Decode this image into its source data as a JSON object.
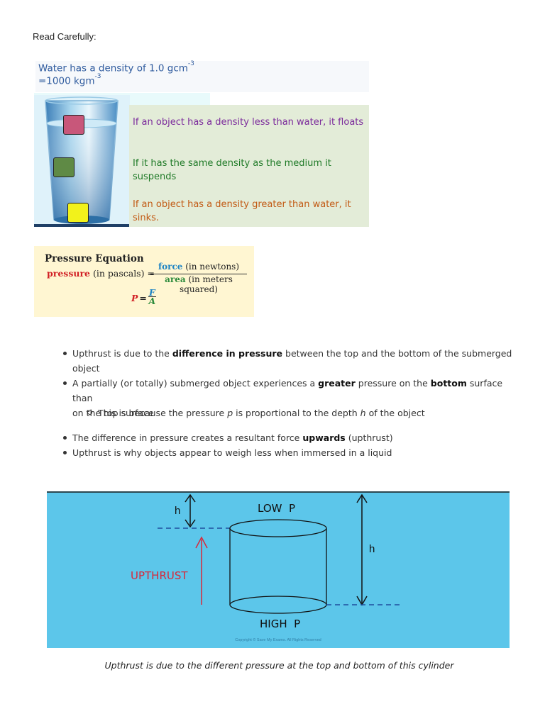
{
  "heading": "Read Carefully:",
  "density": {
    "line1_prefix": "Water has a density of 1.0 gcm",
    "line1_sup": "-3",
    "line2_prefix": "=1000 kgm",
    "line2_sup": "-3",
    "rule_floats": "If an object has a density less than water, it floats",
    "rule_suspends": "If it has the same density as the medium it suspends",
    "rule_sinks": "If an object has a density greater than water, it sinks.",
    "cube_colors": [
      "#c8577a",
      "#5f8a45",
      "#f2f21b"
    ]
  },
  "pressure_equation": {
    "title": "Pressure Equation",
    "pressure_word": "pressure",
    "pressure_unit": "(in pascals) =",
    "force_word": "force",
    "force_unit": "(in newtons)",
    "area_word": "area",
    "area_unit": "(in meters squared)",
    "symbol_p": "P",
    "symbol_eq": "=",
    "symbol_f": "F",
    "symbol_a": "A"
  },
  "bullets": {
    "b1_pre": "Upthrust is due to the ",
    "b1_bold": "difference in pressure",
    "b1_post": " between the top and the bottom of the submerged",
    "b1_cont": "object",
    "b2_pre": "A partially (or totally) submerged object experiences a ",
    "b2_bold1": "greater",
    "b2_mid": " pressure on the ",
    "b2_bold2": "bottom",
    "b2_post": " surface than",
    "b2_cont": "on the top surface",
    "sub_pre": "This is because the pressure ",
    "sub_p": "p",
    "sub_mid": " is proportional to the depth ",
    "sub_h": "h",
    "sub_post": " of the object",
    "b3_pre": "The difference in pressure creates a resultant force ",
    "b3_bold": "upwards",
    "b3_post": " (upthrust)",
    "b4": "Upthrust is why objects appear to weigh less when immersed in a liquid"
  },
  "diagram": {
    "low_p": "LOW  P",
    "high_p": "HIGH  P",
    "h_left": "h",
    "h_right": "h",
    "upthrust": "UPTHRUST",
    "copyright": "Copyright © Save My Exams. All Rights Reserved",
    "water_color": "#5cc6ea",
    "upthrust_color": "#d8283a"
  },
  "caption": "Upthrust is due to the different pressure at the top and bottom of this cylinder"
}
